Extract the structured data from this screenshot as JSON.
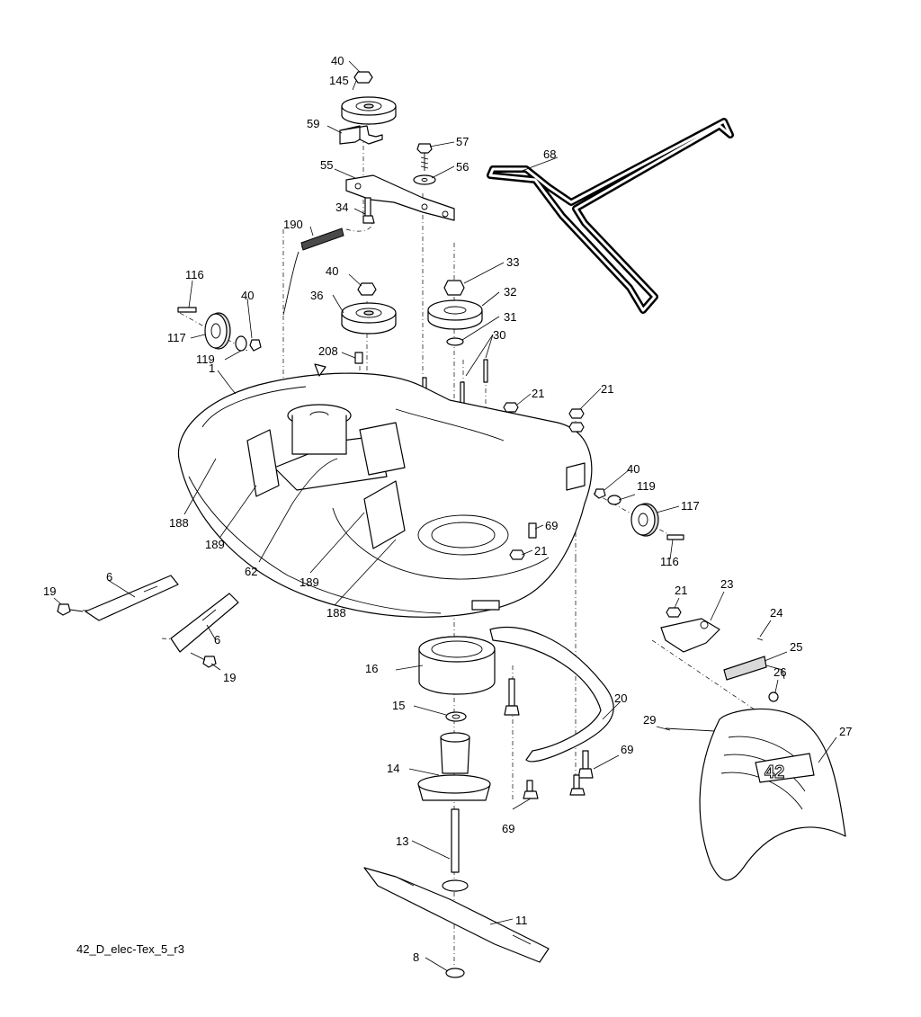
{
  "drawing_code": "42_D_elec-Tex_5_r3",
  "cover_logo": "42",
  "callouts": {
    "c40_top": "40",
    "c145": "145",
    "c59": "59",
    "c57": "57",
    "c56": "56",
    "c68": "68",
    "c55": "55",
    "c34": "34",
    "c190": "190",
    "c116_left": "116",
    "c40_left": "40",
    "c117_left": "117",
    "c119_left": "119",
    "c40_mid": "40",
    "c36": "36",
    "c33": "33",
    "c32": "32",
    "c31": "31",
    "c30": "30",
    "c208": "208",
    "c1": "1",
    "c21_a": "21",
    "c21_b": "21",
    "c40_right": "40",
    "c119_right": "119",
    "c117_right": "117",
    "c116_right": "116",
    "c69_a": "69",
    "c21_c": "21",
    "c188_left": "188",
    "c189_left": "189",
    "c62": "62",
    "c189_mid": "189",
    "c188_mid": "188",
    "c6_a": "6",
    "c19_a": "19",
    "c6_b": "6",
    "c19_b": "19",
    "c21_d": "21",
    "c23": "23",
    "c24": "24",
    "c25": "25",
    "c16": "16",
    "c15": "15",
    "c20": "20",
    "c26": "26",
    "c29": "29",
    "c27": "27",
    "c14": "14",
    "c69_b": "69",
    "c69_c": "69",
    "c13": "13",
    "c11": "11",
    "c8": "8"
  }
}
